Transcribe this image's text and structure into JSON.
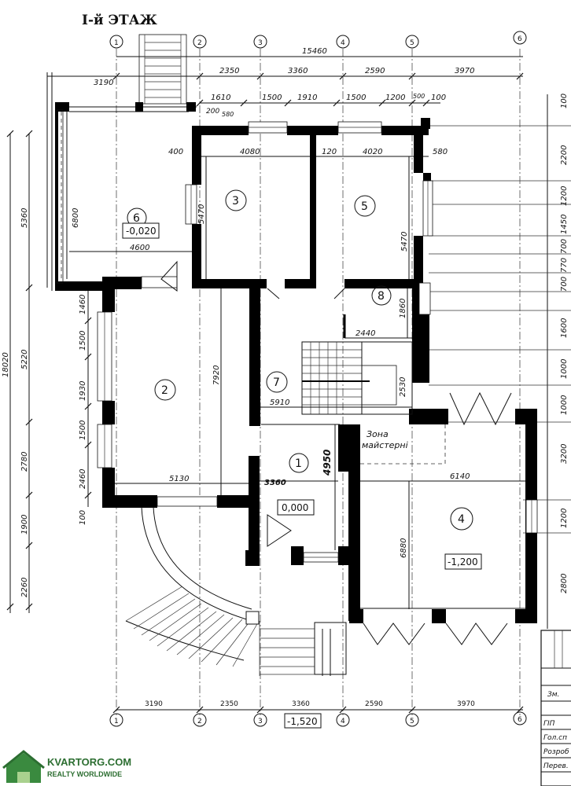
{
  "title": "I-й ЭТАЖ",
  "axes": [
    "1",
    "2",
    "3",
    "4",
    "5",
    "6"
  ],
  "top_dims": {
    "overall": "15460",
    "row1": [
      "3190",
      "2350",
      "3360",
      "2590",
      "3970"
    ],
    "row2": [
      "1610",
      "1500",
      "1910",
      "1500",
      "1200",
      "500",
      "100"
    ],
    "small": [
      "200",
      "580",
      "400",
      "4080",
      "120",
      "4020",
      "580"
    ]
  },
  "bottom_dims": [
    "3190",
    "2350",
    "3360",
    "2590",
    "3970"
  ],
  "left_dims": {
    "overall": "18020",
    "outer": [
      "5360",
      "5220",
      "2780",
      "1900",
      "2260"
    ],
    "inner": [
      "1460",
      "1500",
      "1930",
      "1500",
      "2460",
      "100"
    ]
  },
  "right_dims": [
    "100",
    "2200",
    "1200",
    "1450",
    "700",
    "770",
    "700",
    "1600",
    "1000",
    "1000",
    "3200",
    "1200",
    "2800"
  ],
  "room_dims": {
    "r6_h": "6800",
    "r6_w": "4600",
    "r3_h": "5470",
    "r5_h": "5470",
    "r2_h": "7920",
    "r2_w": "5130",
    "r7_w": "5910",
    "r7_h": "2530",
    "r8_w": "2440",
    "r8_h": "1860",
    "r1_h": "4950",
    "r1_w": "3360",
    "r4_w": "6140",
    "r4_h": "6880"
  },
  "rooms": [
    "6",
    "3",
    "5",
    "2",
    "8",
    "7",
    "1",
    "4"
  ],
  "levels": {
    "r6": "-0,020",
    "r1": "0,000",
    "r4": "-1,200",
    "ground": "-1,520"
  },
  "workshop_label_1": "Зона",
  "workshop_label_2": "майстерні",
  "stamp_rows": [
    "Зм.",
    "ГІП",
    "Гол.сп",
    "Розроб",
    "Перев."
  ],
  "watermark": {
    "brand": "KVARTORG.COM",
    "tagline": "REALTY WORLDWIDE"
  }
}
